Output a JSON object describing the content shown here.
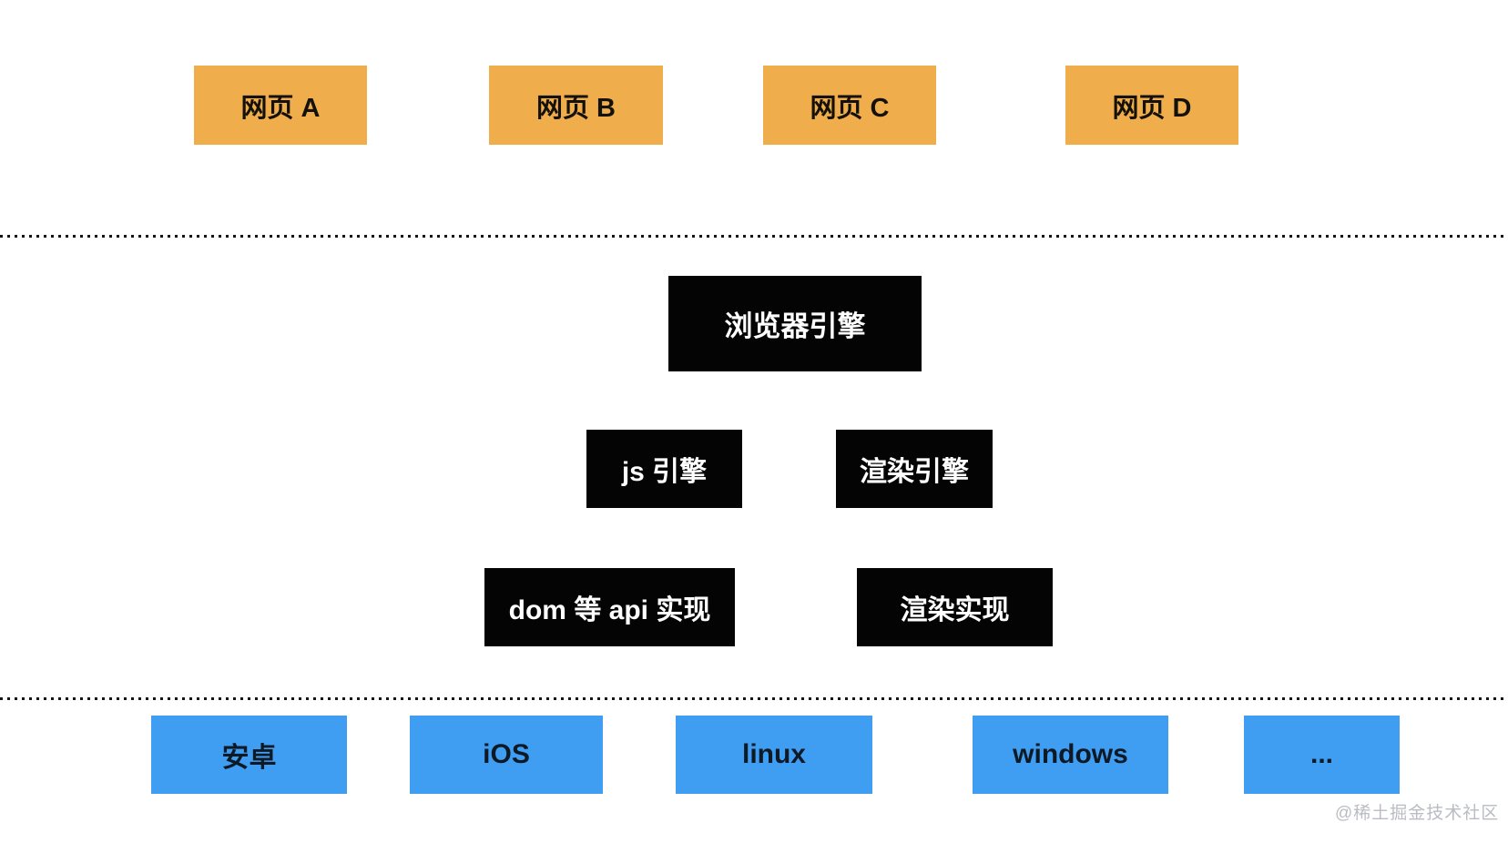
{
  "page": {
    "background_color": "#ffffff",
    "watermark": "@稀土掘金技术社区",
    "watermark_color": "#b9bcc2"
  },
  "diagram": {
    "web_layer": {
      "box_color": "#f0ad4b",
      "text_color": "#14110a",
      "boxes": [
        {
          "label": "网页 A"
        },
        {
          "label": "网页 B"
        },
        {
          "label": "网页 C"
        },
        {
          "label": "网页 D"
        }
      ]
    },
    "engine_layer": {
      "box_color": "#040404",
      "text_color": "#ffffff",
      "browser_engine": {
        "label": "浏览器引擎"
      },
      "sub_engines": [
        {
          "label": "js 引擎"
        },
        {
          "label": "渲染引擎"
        }
      ],
      "implementations": [
        {
          "label": "dom 等 api 实现"
        },
        {
          "label": "渲染实现"
        }
      ]
    },
    "os_layer": {
      "box_color": "#3f9ef2",
      "text_color": "#0d1a26",
      "boxes": [
        {
          "label": "安卓"
        },
        {
          "label": "iOS"
        },
        {
          "label": "linux"
        },
        {
          "label": "windows"
        },
        {
          "label": "..."
        }
      ]
    },
    "separator_color": "#141414"
  }
}
